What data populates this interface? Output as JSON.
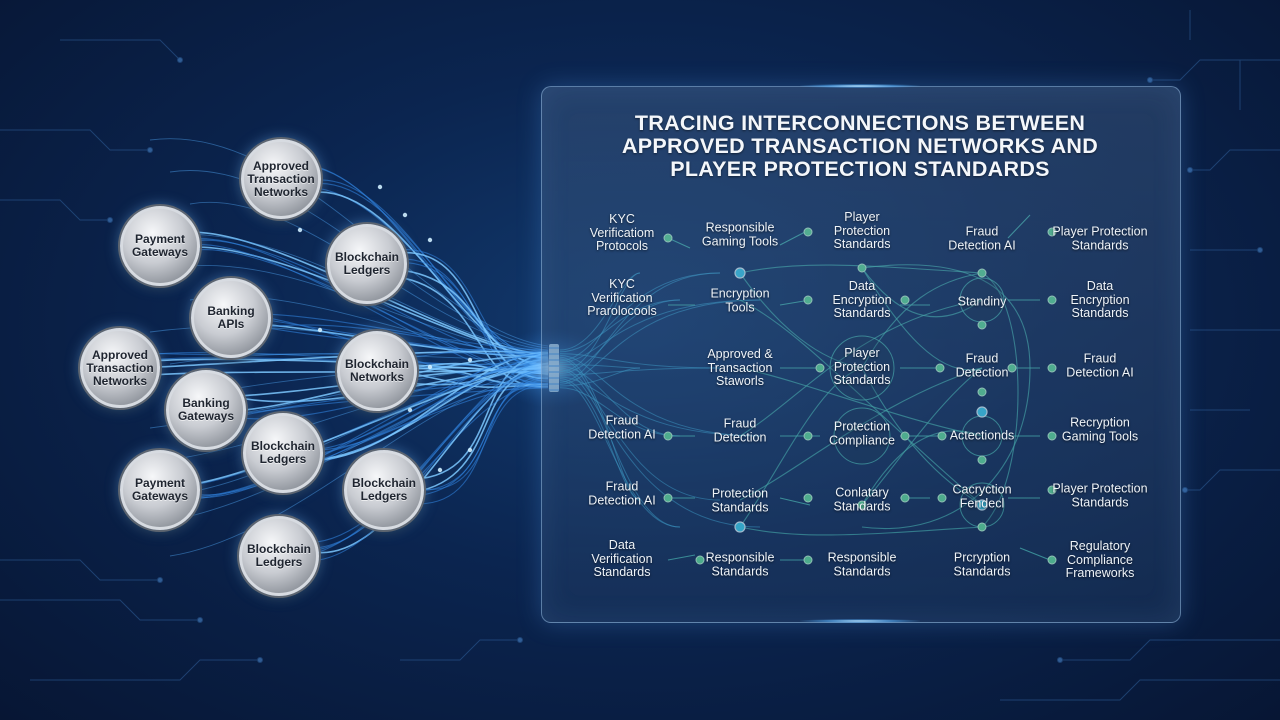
{
  "title": {
    "line1": "TRACING INTERCONNECTIONS BETWEEN",
    "line2": "APPROVED TRANSACTION NETWORKS AND",
    "line3": "PLAYER PROTECTION STANDARDS"
  },
  "left_nodes": [
    "Approved Transaction Networks",
    "Payment Gateways",
    "Blockchain Ledgers",
    "Banking APIs",
    "Approved Transaction Networks",
    "Blockchain Networks",
    "Banking Gateways",
    "Blockchain Ledgers",
    "Payment Gateways",
    "Blockchain Ledgers",
    "Blockchain Ledgers"
  ],
  "grid_labels": {
    "col1": [
      "KYC\nVerificatiom\nProtocols",
      "KYC\nVerification\nPrarolocools",
      "Fraud\nDetection AI",
      "Fraud\nDetection AI",
      "Data\nVerification\nStandards"
    ],
    "col2": [
      "Responsible\nGaming Tools",
      "Encryption\nTools",
      "Approved &\nTransaction\nStaworls",
      "Fraud\nDetection",
      "Protection\nStandards",
      "Responsible\nStandards"
    ],
    "col3": [
      "Player\nProtection\nStandards",
      "Data\nEncryption\nStandards",
      "Player\nProtection\nStandards",
      "Protection\nCompliance",
      "Conlatary\nStandards",
      "Responsible\nStandards"
    ],
    "col4": [
      "Fraud\nDetection AI",
      "Standiny",
      "Fraud\nDetection",
      "Actectionds",
      "Cacryction\nFendecl",
      "Prcryption\nStandards"
    ],
    "col5": [
      "Player Protection\nStandards",
      "Data\nEncryption\nStandards",
      "Fraud\nDetection AI",
      "Recryption\nGaming Tools",
      "Player Protection\nStandards",
      "Regulatory\nCompliance\nFrameworks"
    ]
  }
}
